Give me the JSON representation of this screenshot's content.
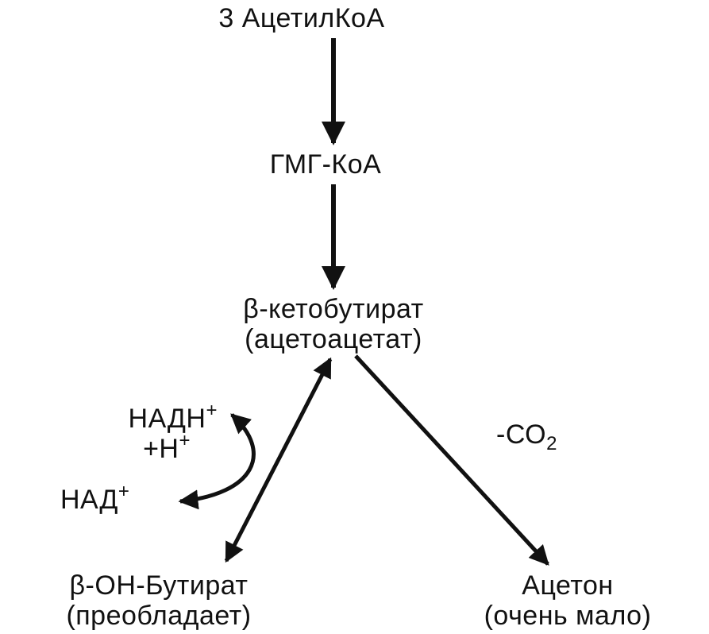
{
  "nodes": {
    "acetyl_coa": "3 АцетилКоА",
    "hmg_coa": "ГМГ-КоА",
    "ketobutyrate_line1": "β-кетобутират",
    "ketobutyrate_line2": "(ацетоацетат)",
    "hydroxybutyrate_line1": "β-ОН-Бутират",
    "hydroxybutyrate_line2": "(преобладает)",
    "acetone_line1": "Ацетон",
    "acetone_line2": "(очень мало)"
  },
  "cofactors": {
    "nadh_text": "НАДН",
    "nadh_sup": "+",
    "h_prefix": "+Н",
    "h_sup": "+",
    "nad_text": "НАД",
    "nad_sup": "+"
  },
  "reaction_label": {
    "prefix": "-СО",
    "sub": "2"
  },
  "colors": {
    "ink": "#111111",
    "background": "#ffffff"
  }
}
